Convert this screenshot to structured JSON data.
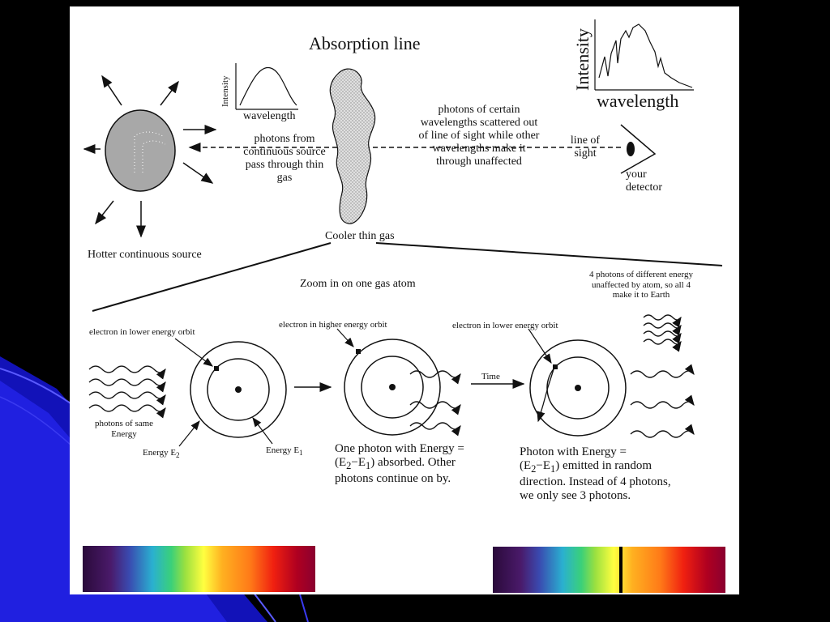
{
  "top": {
    "title": "Absorption line",
    "small_graph": {
      "ylabel": "Intensity",
      "xlabel": "wavelength"
    },
    "large_graph": {
      "ylabel": "Intensity",
      "xlabel": "wavelength"
    },
    "photons_from": [
      "photons from",
      "continuous source",
      "pass through thin",
      "gas"
    ],
    "photons_scattered": [
      "photons of certain",
      "wavelengths scattered out",
      "of line of sight while other",
      "wavelengths make it",
      "through unaffected"
    ],
    "line_of_sight": [
      "line of",
      "sight"
    ],
    "detector": [
      "your",
      "detector"
    ],
    "hot_source": "Hotter continuous source",
    "cool_gas": "Cooler thin gas"
  },
  "bottom": {
    "zoom": "Zoom in on one gas atom",
    "four_photons": [
      "4 photons of different energy",
      "unaffected by atom, so all 4",
      "make it to Earth"
    ],
    "elec_lower_1": "electron in lower energy orbit",
    "elec_higher": "electron in higher energy orbit",
    "elec_lower_2": "electron in lower energy orbit",
    "photons_same": [
      "photons of same",
      "Energy"
    ],
    "energy_e2": "Energy E",
    "energy_e2_sub": "2",
    "energy_e1": "Energy E",
    "energy_e1_sub": "1",
    "time": "Time",
    "absorbed_line1": "One photon with Energy =",
    "absorbed_line2": "absorbed. Other",
    "absorbed_line3": "photons continue on by.",
    "emitted_line1": "Photon with Energy =",
    "emitted_line2": "emitted in random",
    "emitted_line3": "direction. Instead of 4 photons,",
    "emitted_line4": "we only see 3 photons.",
    "formula_a": "(E",
    "formula_sub2": "2",
    "formula_b": "−E",
    "formula_sub1": "1",
    "formula_c": ")"
  },
  "colors": {
    "background": "#000000",
    "slide": "#ffffff",
    "accent_blue": "#1a1ad8",
    "gas": "#cfcfcf",
    "star": "#a8a8a8"
  }
}
